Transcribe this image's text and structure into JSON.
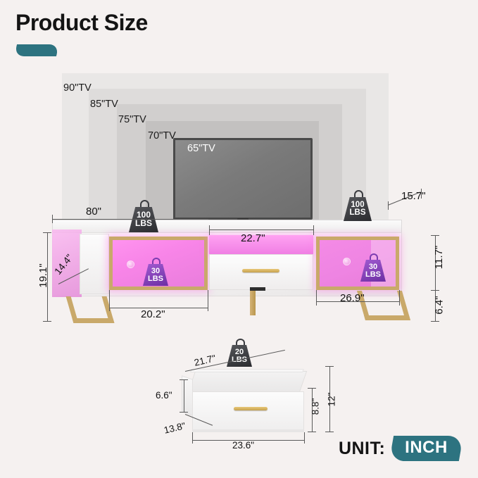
{
  "header": {
    "title": "Product Size",
    "accent_color": "#2d7380"
  },
  "unit": {
    "label": "UNIT:",
    "value": "INCH"
  },
  "tv_compatibility": {
    "note": "Nested TV size outlines behind the stand",
    "sizes": [
      {
        "label": "90\"TV",
        "fill": "#e9e7e6"
      },
      {
        "label": "85\"TV",
        "fill": "#dddbda"
      },
      {
        "label": "75\"TV",
        "fill": "#cfcdcc"
      },
      {
        "label": "70\"TV",
        "fill": "#c2c0bf"
      },
      {
        "label": "65\"TV",
        "fill": "#7b7b7b"
      }
    ]
  },
  "main_unit": {
    "dimensions": {
      "width": "80\"",
      "height": "19.1\"",
      "depth_left": "14.4\"",
      "depth_right": "15.7\"",
      "left_shelf_width": "20.2\"",
      "center_width": "22.7\"",
      "right_shelf_width": "26.9\"",
      "shelf_height": "11.7\"",
      "leg_height": "6.4\""
    },
    "weights": [
      {
        "value": "100",
        "unit": "LBS",
        "color": "#3a3b3f",
        "position": "top-left"
      },
      {
        "value": "100",
        "unit": "LBS",
        "color": "#3a3b3f",
        "position": "top-right"
      },
      {
        "value": "30",
        "unit": "LBS",
        "color": "#7b3cb0",
        "position": "left-shelf"
      },
      {
        "value": "30",
        "unit": "LBS",
        "color": "#7b3cb0",
        "position": "right-shelf"
      }
    ],
    "finish": {
      "body": "#f4f2f2",
      "trim": "#c9a96a",
      "led": "#f487e6"
    }
  },
  "drawer_detail": {
    "dimensions": {
      "inner_depth": "21.7\"",
      "inner_height": "6.6\"",
      "inner_width": "13.8\"",
      "outer_width": "23.6\"",
      "front_height": "8.8\"",
      "total_height": "12\""
    },
    "weight": {
      "value": "20",
      "unit": "LBS",
      "color": "#3a3b3f"
    }
  }
}
